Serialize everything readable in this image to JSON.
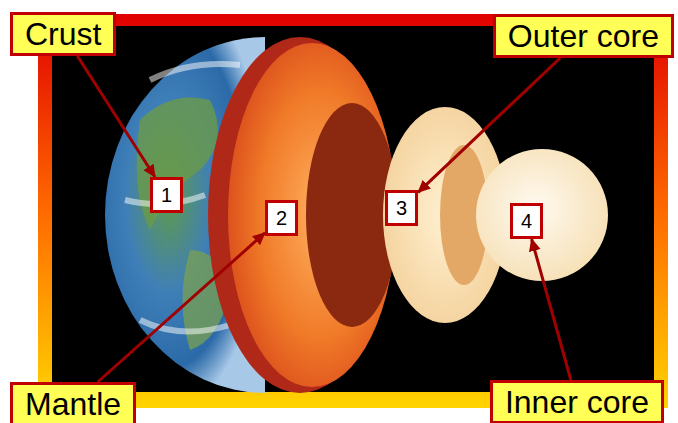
{
  "diagram": {
    "nodes": [
      {
        "text": [
          "Crust"
        ]
      },
      {
        "text": [
          "Outer core"
        ]
      },
      {
        "text": [
          "1"
        ]
      },
      {
        "text": [
          "2"
        ]
      },
      {
        "text": [
          "3"
        ]
      },
      {
        "text": [
          "4"
        ]
      },
      {
        "text": [
          "Mantle"
        ]
      },
      {
        "text": [
          "Inner core"
        ]
      }
    ],
    "edges": [
      {
        "from": 0,
        "to": 2,
        "arrow": "to"
      },
      {
        "from": 1,
        "to": 4,
        "arrow": "to"
      },
      {
        "from": 6,
        "to": 3,
        "arrow": "to"
      },
      {
        "from": 7,
        "to": 5,
        "arrow": "to"
      }
    ]
  }
}
